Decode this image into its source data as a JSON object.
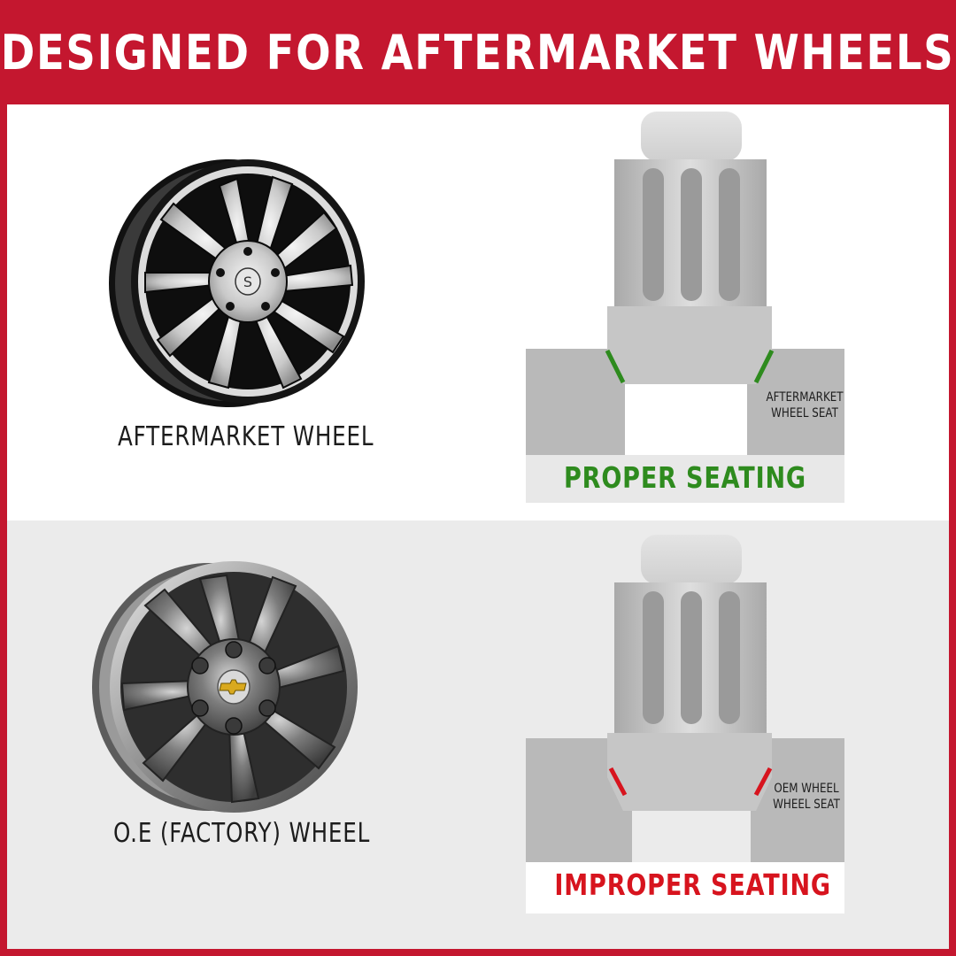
{
  "header": {
    "title": "DESIGNED FOR AFTERMARKET WHEELS"
  },
  "top_panel": {
    "wheel_label": "AFTERMARKET WHEEL",
    "wheel_icon": "aftermarket-wheel-image",
    "seat_label": "AFTERMARKET WHEEL SEAT",
    "seat_label_lines": [
      "AFTERMARKET",
      "WHEEL SEAT"
    ],
    "result_label": "PROPER SEATING",
    "result_color": "#2e8b1e"
  },
  "bottom_panel": {
    "wheel_label": "O.E (FACTORY) WHEEL",
    "wheel_icon": "factory-wheel-image",
    "seat_label": "OEM WHEEL WHEEL SEAT",
    "seat_label_lines": [
      "OEM WHEEL",
      "WHEEL SEAT"
    ],
    "result_label": "IMPROPER SEATING",
    "result_color": "#d7141e"
  },
  "colors": {
    "brand_red": "#c4172f",
    "panel_top": "#ffffff",
    "panel_bottom": "#ebebeb"
  }
}
